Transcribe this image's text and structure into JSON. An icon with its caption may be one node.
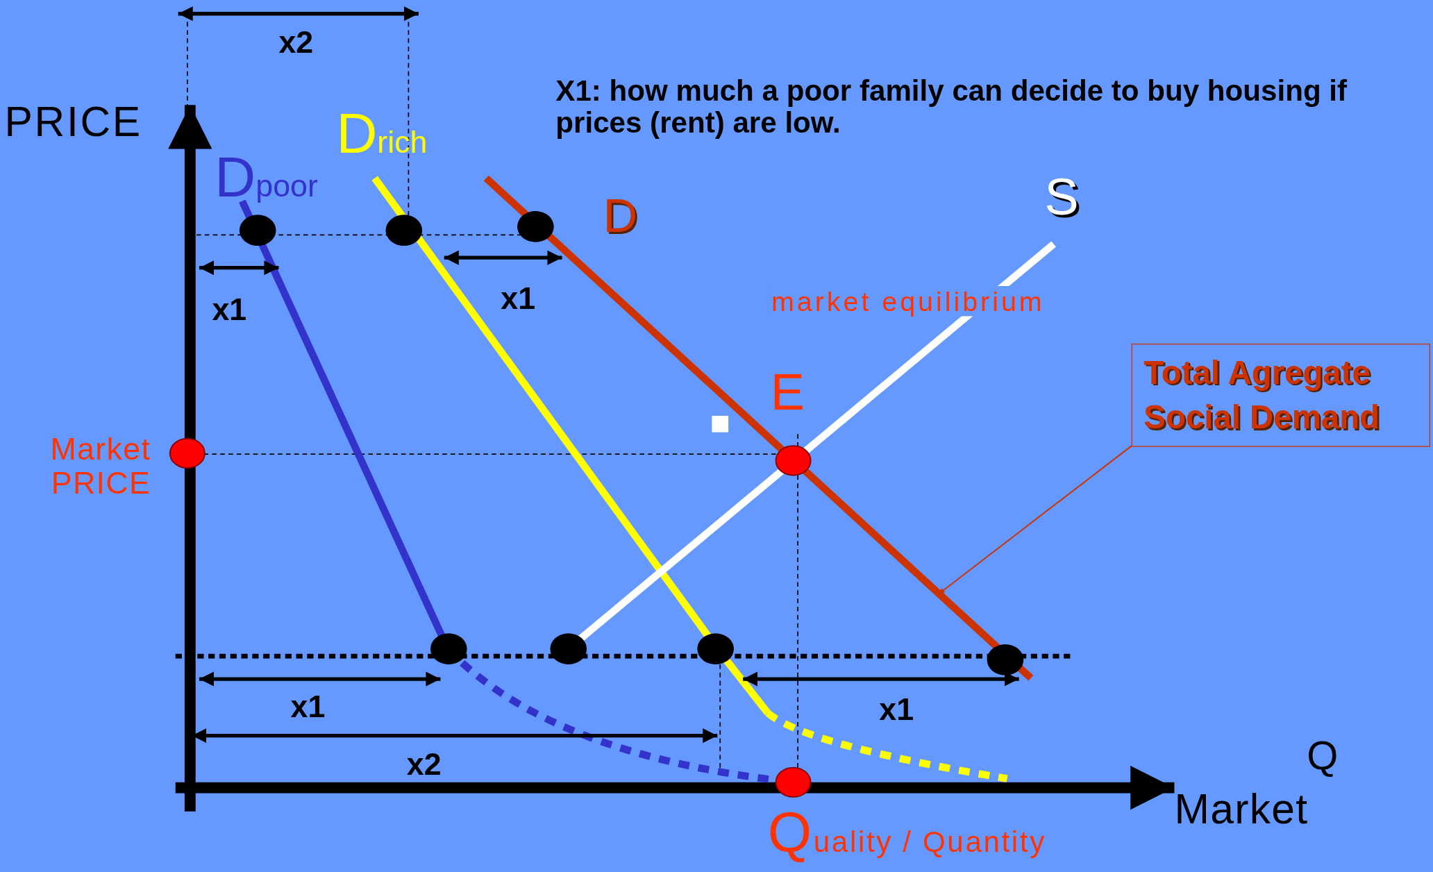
{
  "diagram": {
    "nodes": [
      {
        "text": [
          "Total Agregate Social Demand"
        ]
      },
      {
        "text": [],
        "shape": "line"
      }
    ],
    "edges": [
      {
        "from": 0,
        "to": 1,
        "arrow": "to"
      }
    ],
    "labels": [
      "x2",
      "X1: how much a poor family can decide to buy housing if prices (rent) are low.",
      "PRICE",
      "Drich",
      "Dpoor",
      "D",
      "S",
      "x1",
      "x1",
      "market equilibrium",
      "E",
      "Market PRICE",
      "x1",
      "x1",
      "x2",
      "Q",
      "Market",
      "Quality / Quantity"
    ]
  }
}
